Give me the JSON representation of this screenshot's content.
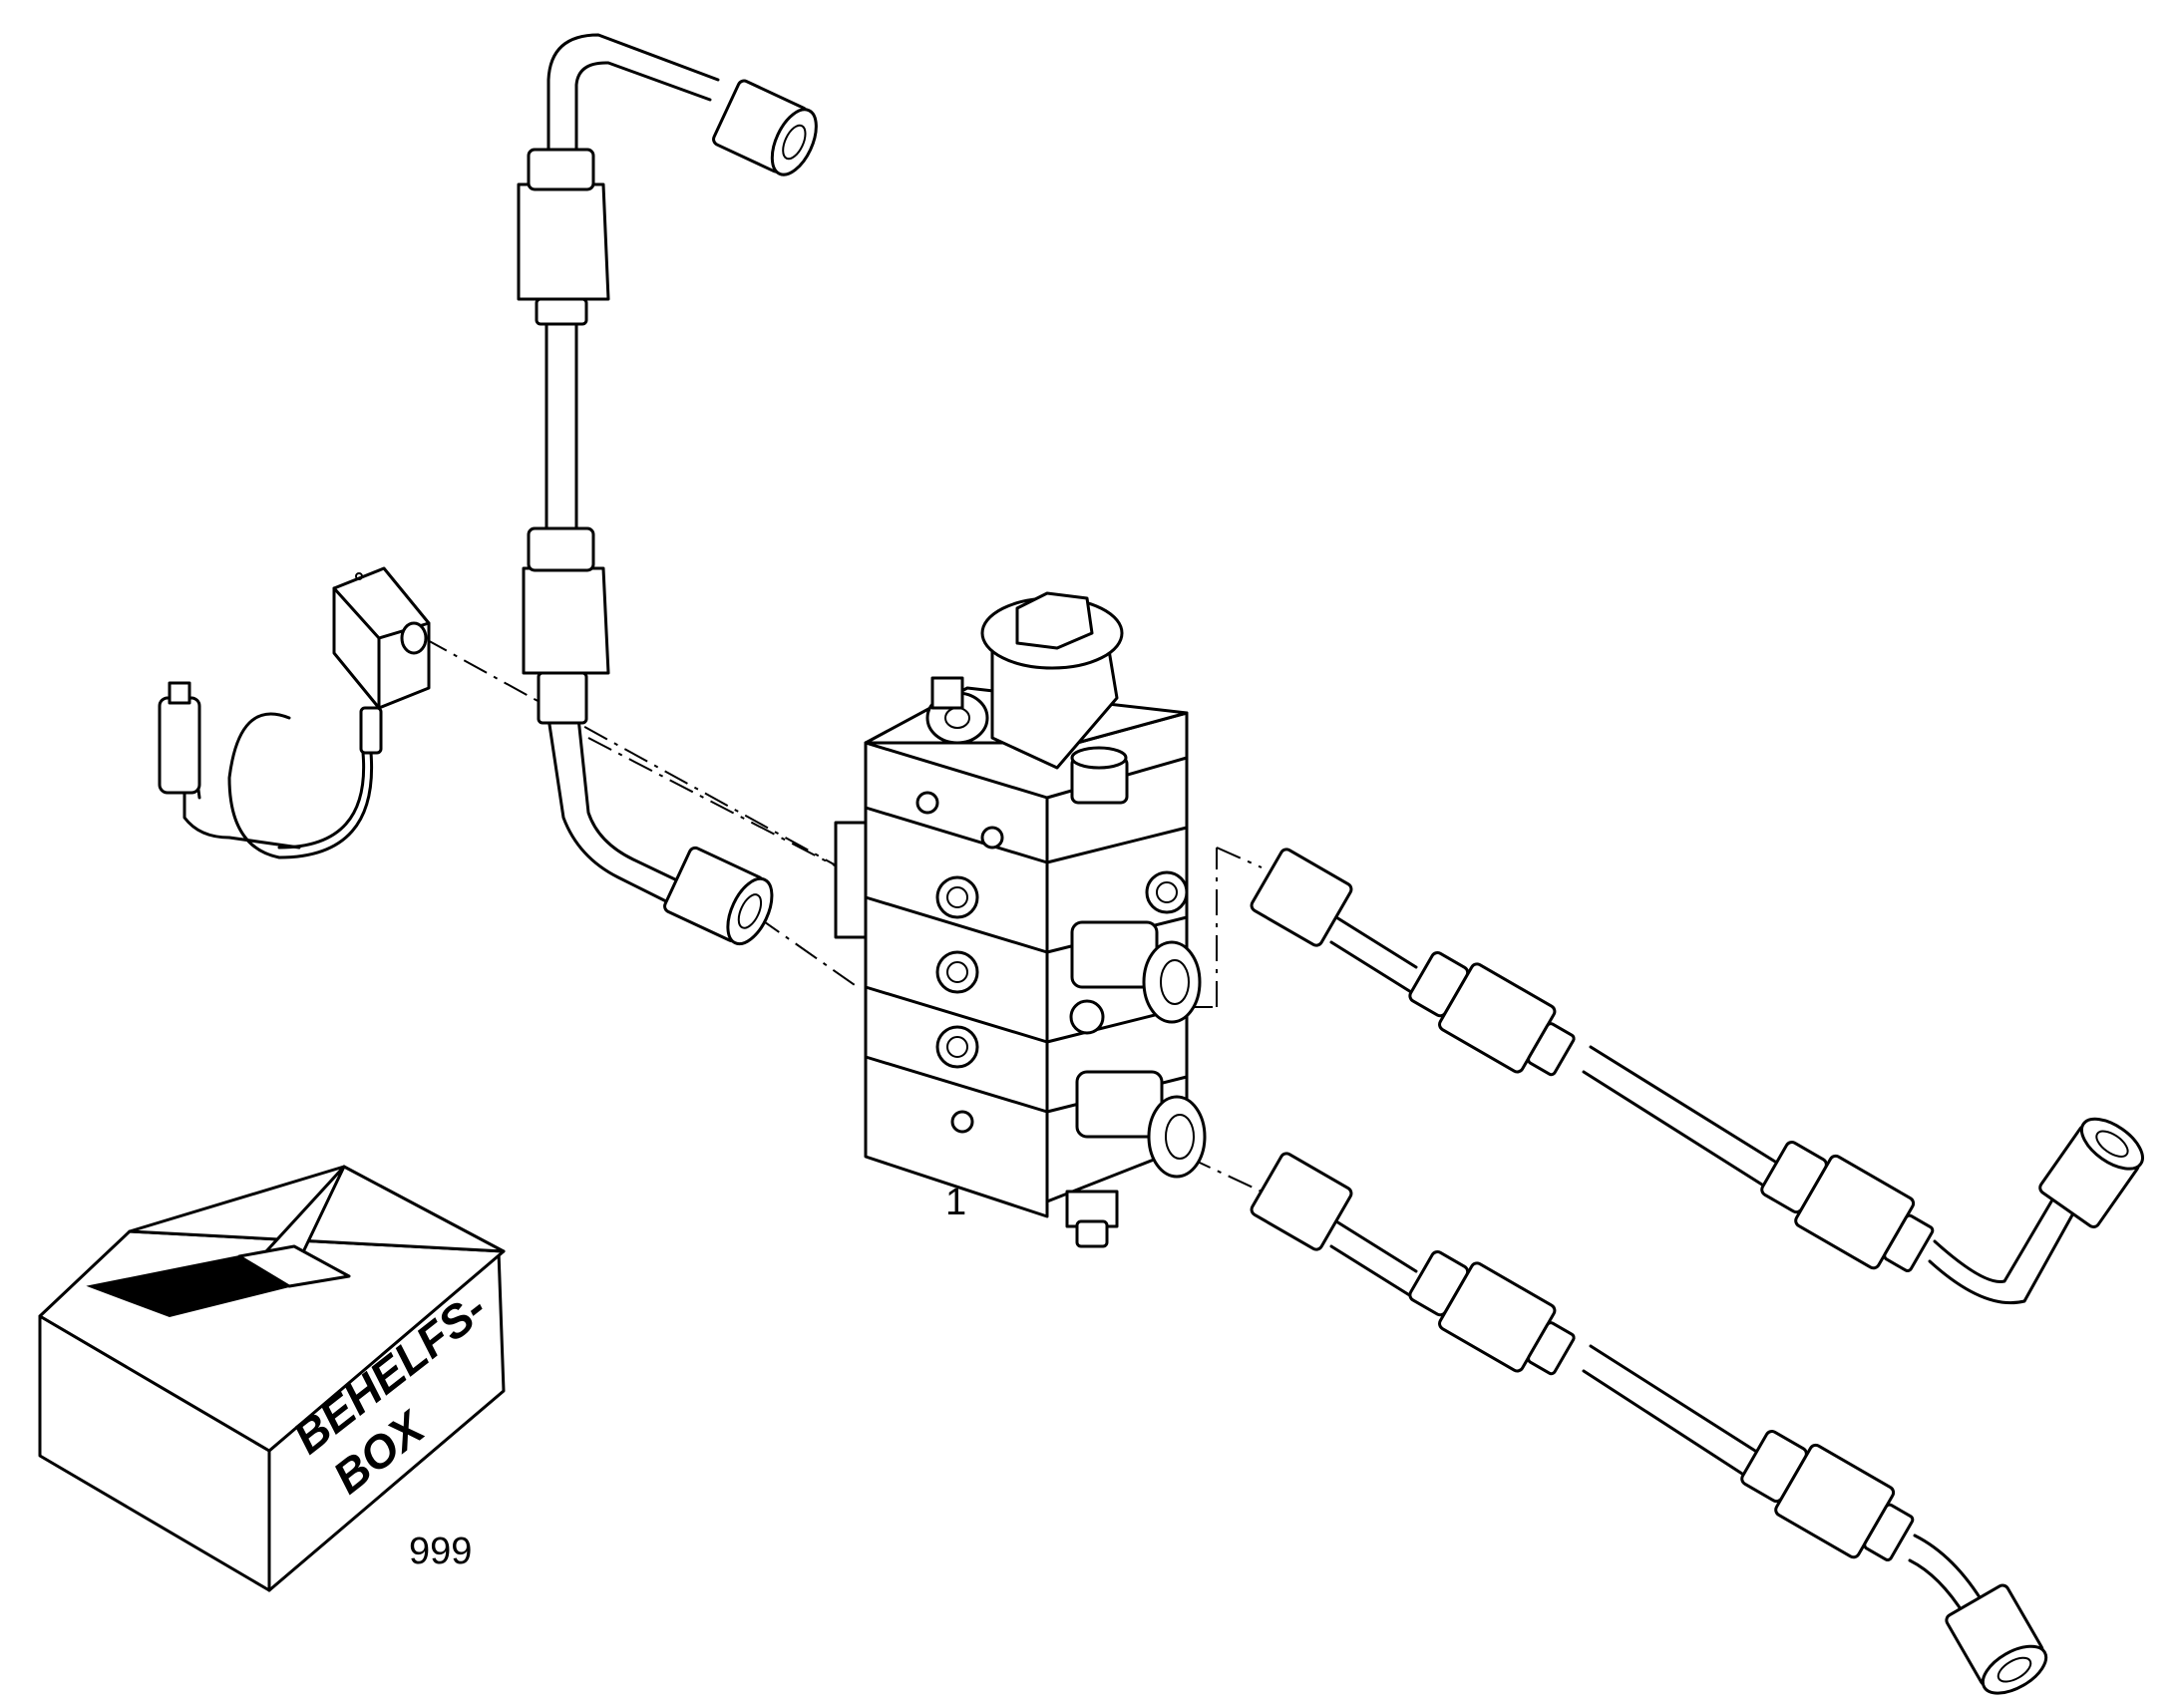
{
  "callouts": {
    "valve_block": "1",
    "box": "999"
  },
  "box_label": {
    "line1": "BEHELFS-",
    "line2": "BOX"
  }
}
